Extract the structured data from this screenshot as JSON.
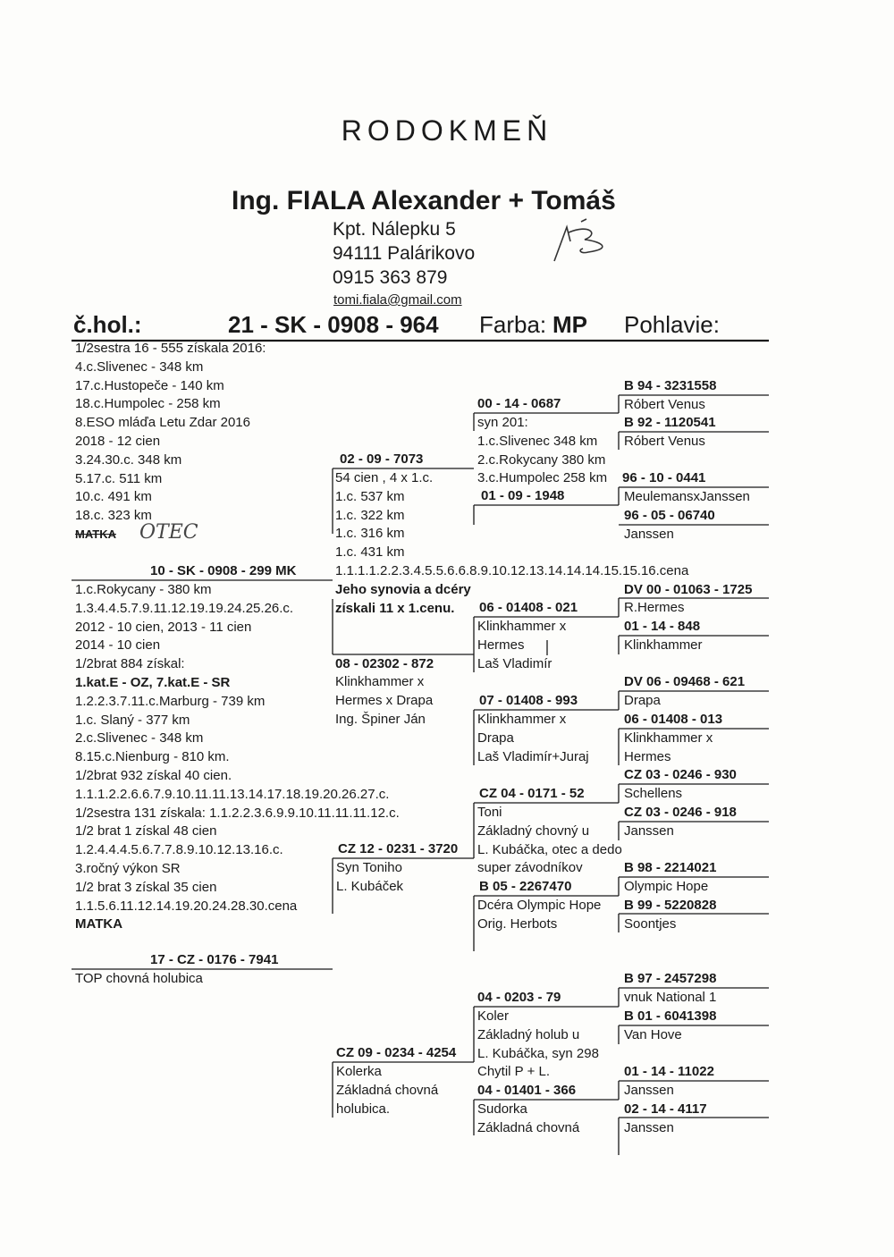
{
  "title": "RODOKMEŇ",
  "owner": {
    "name": "Ing. FIALA Alexander + Tomáš",
    "street": "Kpt. Nálepku 5",
    "city": "94111 Palárikovo",
    "phone": "0915 363 879",
    "email": "tomi.fiala@gmail.com"
  },
  "header": {
    "ring_label": "č.hol.:",
    "ring": "21 - SK - 0908 - 964",
    "color_label": "Farba:",
    "color": "MP",
    "sex_label": "Pohlavie:"
  },
  "left_lines": [
    "1/2sestra 16 - 555 získala 2016:",
    "4.c.Slivenec - 348 km",
    "17.c.Hustopeče - 140 km",
    "18.c.Humpolec - 258 km",
    "8.ESO mláďa Letu Zdar 2016",
    "2018 - 12 cien",
    "3.24.30.c. 348 km",
    "5.17.c. 511 km",
    "10.c. 491 km",
    "18.c. 323 km"
  ],
  "matka_crossed": "MATKA",
  "otec_handwritten": "OTEC",
  "sire": {
    "ring": "10 - SK - 0908 - 299 MK",
    "lines": [
      "1.c.Rokycany - 380 km",
      "1.3.4.4.5.7.9.11.12.19.19.24.25.26.c.",
      "2012 - 10 cien, 2013 - 11 cien",
      "2014 - 10 cien",
      "1/2brat 884 získal:",
      "1.kat.E - OZ, 7.kat.E - SR",
      "1.2.2.3.7.11.c.Marburg - 739 km",
      "1.c. Slaný - 377 km",
      "2.c.Slivenec - 348 km",
      "8.15.c.Nienburg - 810 km.",
      "1/2brat 932 získal 40 cien.",
      "1.1.1.2.2.6.6.7.9.10.11.11.13.14.17.18.19.20.26.27.c.",
      "1/2sestra 131 získala: 1.1.2.2.3.6.9.9.10.11.11.11.12.c.",
      "1/2 brat 1 získal 48 cien",
      "1.2.4.4.4.5.6.7.7.8.9.10.12.13.16.c.",
      "3.ročný výkon SR",
      "1/2 brat 3 získal 35 cien",
      "1.1.5.6.11.12.14.19.20.24.28.30.cena"
    ],
    "matka_label": "MATKA"
  },
  "dam": {
    "ring": "17 - CZ - 0176 - 7941",
    "note": "TOP chovná holubica"
  },
  "ss": {
    "ring": "02 - 09 - 7073",
    "lines": [
      "54 cien , 4 x 1.c.",
      "1.c. 537 km",
      "1.c. 322 km",
      "1.c. 316 km",
      "1.c. 431 km"
    ],
    "long_line": "1.1.1.1.2.2.3.4.5.5.6.6.8.9.10.12.13.14.14.14.15.15.16.cena",
    "bold1": "Jeho synovia a dcéry",
    "bold2": "získali 11 x 1.cenu."
  },
  "sd": {
    "ring": "08 - 02302 - 872",
    "lines": [
      "Klinkhammer x",
      "Hermes x Drapa",
      "Ing. Špiner Ján"
    ]
  },
  "sss": {
    "ring": "00 - 14 - 0687",
    "lines": [
      "syn 201:",
      "1.c.Slivenec 348 km",
      "2.c.Rokycany 380 km",
      "3.c.Humpolec 258 km"
    ]
  },
  "ssd": {
    "ring": "01 - 09 - 1948"
  },
  "sds": {
    "ring": "06 - 01408 - 021",
    "lines": [
      "Klinkhammer x",
      "Hermes",
      "Laš Vladimír"
    ]
  },
  "sdd": {
    "ring": "07 - 01408 - 993",
    "lines": [
      "Klinkhammer x",
      "Drapa",
      "Laš Vladimír+Juraj"
    ]
  },
  "ds": {
    "ring": "CZ 12 - 0231 - 3720",
    "lines": [
      "Syn Toniho",
      "L. Kubáček"
    ]
  },
  "dd": {
    "ring": "CZ 09 - 0234 - 4254",
    "lines": [
      "Kolerka",
      "Základná chovná",
      "holubica."
    ]
  },
  "dss": {
    "ring": "CZ 04 - 0171 - 52",
    "lines": [
      "Toni",
      "Základný chovný u",
      "L. Kubáčka, otec a dedo",
      "super závodníkov"
    ]
  },
  "dsd": {
    "ring": "B 05 - 2267470",
    "lines": [
      "Dcéra Olympic Hope",
      "Orig. Herbots"
    ]
  },
  "dds": {
    "ring": "04 - 0203 - 79",
    "lines": [
      "Koler",
      "Základný holub u",
      "L. Kubáčka, syn 298",
      "Chytil P + L."
    ]
  },
  "ddd": {
    "ring": "04 - 01401 - 366",
    "lines": [
      "Sudorka",
      "Základná chovná"
    ]
  },
  "gen4": [
    {
      "ring": "B 94 - 3231558",
      "name": "Róbert Venus"
    },
    {
      "ring": "B 92 - 1120541",
      "name": "Róbert Venus"
    },
    {
      "ring": "96 - 10 - 0441",
      "name": "MeulemansxJanssen"
    },
    {
      "ring": "96 - 05 - 06740",
      "name": "Janssen"
    },
    {
      "ring": "DV 00 - 01063 - 1725",
      "name": "R.Hermes"
    },
    {
      "ring": "01 - 14 - 848",
      "name": "Klinkhammer"
    },
    {
      "ring": "DV 06 - 09468 - 621",
      "name": "Drapa"
    },
    {
      "ring": "06 - 01408 - 013",
      "name": "Klinkhammer x",
      "name2": "Hermes"
    },
    {
      "ring": "CZ 03 - 0246 - 930",
      "name": "Schellens"
    },
    {
      "ring": "CZ 03 - 0246 - 918",
      "name": "Janssen"
    },
    {
      "ring": "B 98 - 2214021",
      "name": "Olympic Hope"
    },
    {
      "ring": "B 99 - 5220828",
      "name": "Soontjes"
    },
    {
      "ring": "B 97 - 2457298",
      "name": "vnuk National 1"
    },
    {
      "ring": "B 01 - 6041398",
      "name": "Van Hove"
    },
    {
      "ring": "01 - 14 - 11022",
      "name": "Janssen"
    },
    {
      "ring": "02 - 14 - 4117",
      "name": "Janssen"
    }
  ]
}
